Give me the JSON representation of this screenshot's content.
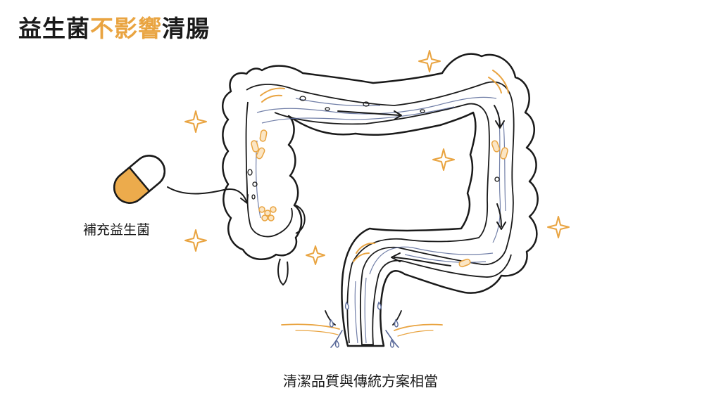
{
  "title": {
    "part1": "益生菌",
    "part2": "不影響",
    "part3": "清腸"
  },
  "labels": {
    "capsule_label": "補充益生菌",
    "caption": "清潔品質與傳統方案相當"
  },
  "colors": {
    "accent": "#e9a441",
    "outline": "#1a1a1a",
    "stroke_blue": "#5a6a9a"
  },
  "icons": [
    "capsule-icon",
    "sparkle-icon",
    "arrow-icon",
    "colon-illustration",
    "water-splash"
  ]
}
